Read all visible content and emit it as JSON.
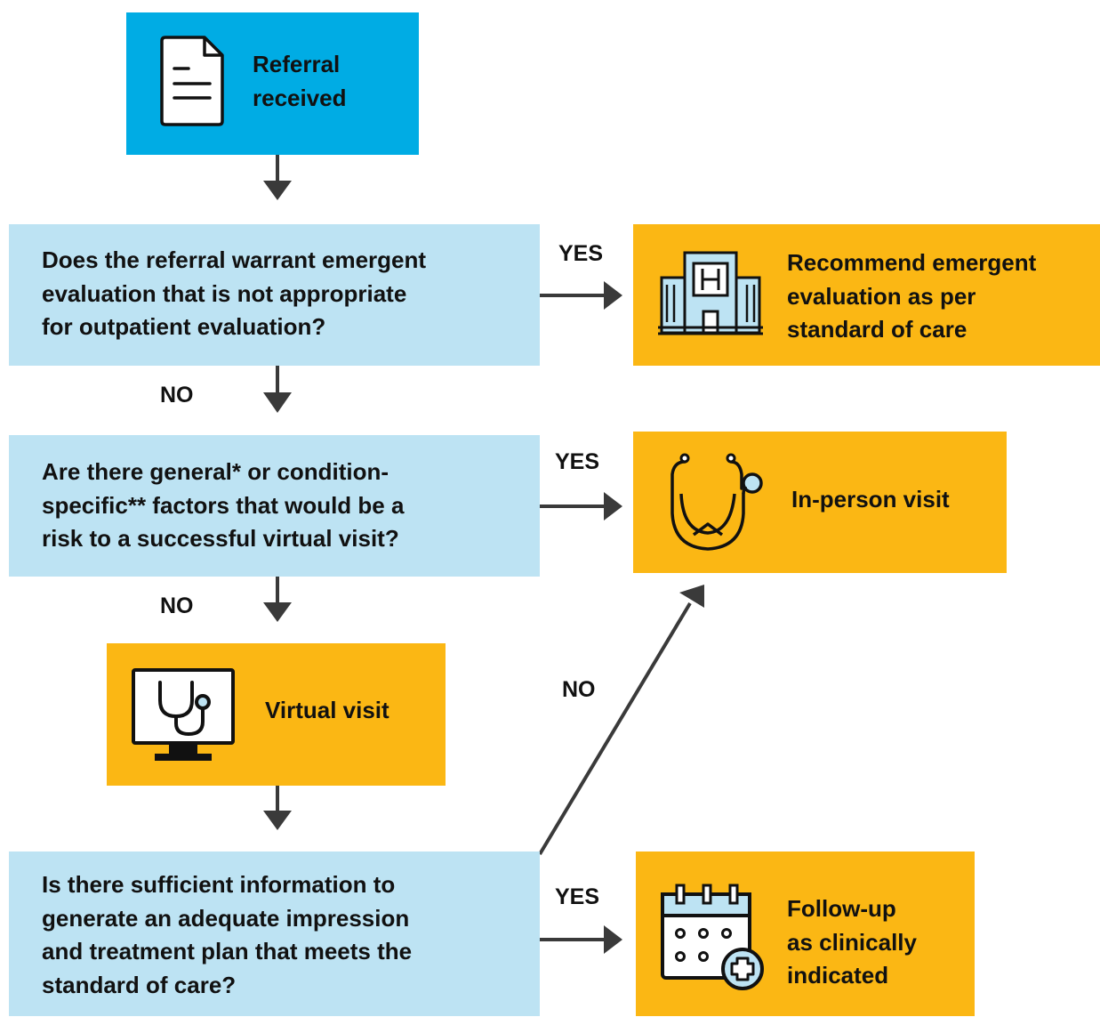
{
  "nodes": {
    "referral": "Referral\nreceived",
    "q_emergent": "Does the referral warrant emergent\nevaluation that is not appropriate\nfor outpatient evaluation?",
    "emergent_eval": "Recommend emergent\nevaluation as per\nstandard of care",
    "q_risk": "Are there general* or condition-\nspecific** factors that would be a\nrisk to a successful virtual visit?",
    "in_person": "In-person visit",
    "virtual": "Virtual visit",
    "q_sufficient": "Is there sufficient information to\ngenerate an adequate impression\nand treatment plan that meets the\nstandard of care?",
    "follow_up": "Follow-up\nas clinically\nindicated"
  },
  "edge_labels": {
    "yes": "YES",
    "no": "NO"
  },
  "colors": {
    "start": "#00ace4",
    "question": "#bde3f3",
    "outcome": "#fbb714",
    "arrow": "#3a3a3a",
    "text": "#111111"
  },
  "icons": {
    "referral": "document-icon",
    "emergent_eval": "hospital-icon",
    "in_person": "stethoscope-icon",
    "virtual": "monitor-stethoscope-icon",
    "follow_up": "calendar-plus-icon"
  }
}
